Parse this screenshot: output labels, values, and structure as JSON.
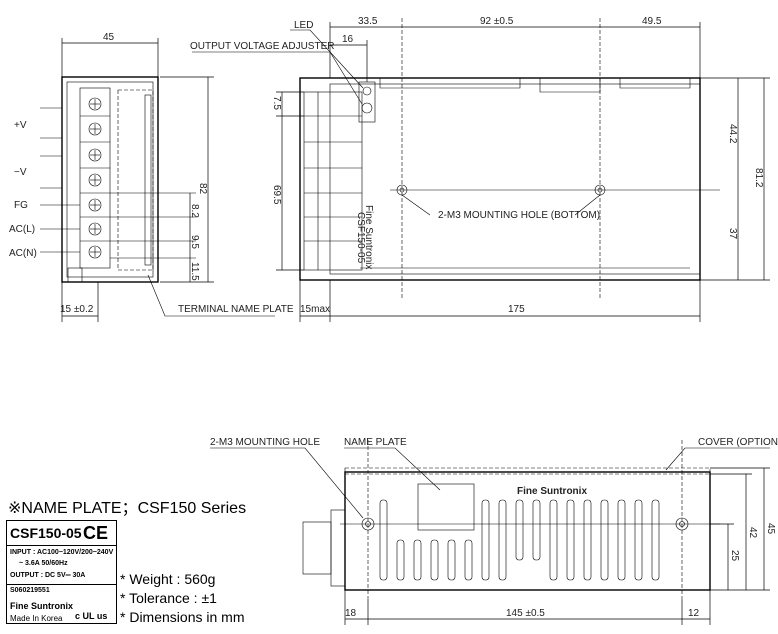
{
  "callouts": {
    "led": "LED",
    "adjuster": "OUTPUT VOLTAGE ADJUSTER",
    "mounting_bottom": "2-M3 MOUNTING HOLE (BOTTOM)",
    "terminal_plate": "TERMINAL NAME PLATE",
    "mounting_hole": "2-M3 MOUNTING HOLE",
    "name_plate": "NAME PLATE",
    "cover": "COVER (OPTION)"
  },
  "terminals": [
    "+V",
    "−V",
    "FG",
    "AC(L)",
    "AC(N)"
  ],
  "dimensions": {
    "front_width": "45",
    "front_height": "82",
    "front_bottom": "15 ±0.2",
    "d_8_2": "8.2",
    "d_9_5": "9.5",
    "d_11_5": "11.5",
    "d_33_5": "33.5",
    "d_16": "16",
    "d_92": "92 ±0.5",
    "d_49_5": "49.5",
    "d_7_5": "7.5",
    "d_69_5": "69.5",
    "d_44_2": "44.2",
    "d_81_2": "81.2",
    "d_37": "37",
    "d_15max": "15max",
    "d_175": "175",
    "side_18": "18",
    "side_145": "145 ±0.5",
    "side_12": "12",
    "side_45": "45",
    "side_42": "42",
    "side_25": "25"
  },
  "top_label": {
    "brand": "Fine Suntronix",
    "model": "CSF150-05"
  },
  "side_label": "Fine Suntronix",
  "name_plate": {
    "title": "※NAME PLATE；CSF150 Series",
    "model": "CSF150-05",
    "ce": "CE",
    "input_line1": "INPUT : AC100−120V/200−240V",
    "input_line2": "~ 3.6A  50/60Hz",
    "output_line": "OUTPUT : DC 5V═ 30A",
    "serial": "S060219551",
    "brand": "Fine Suntronix",
    "made_in": "Made In Korea",
    "cert": "c UL us"
  },
  "specs": {
    "weight": "* Weight : 560g",
    "tolerance": "* Tolerance : ±1",
    "dimensions": "* Dimensions in mm"
  }
}
